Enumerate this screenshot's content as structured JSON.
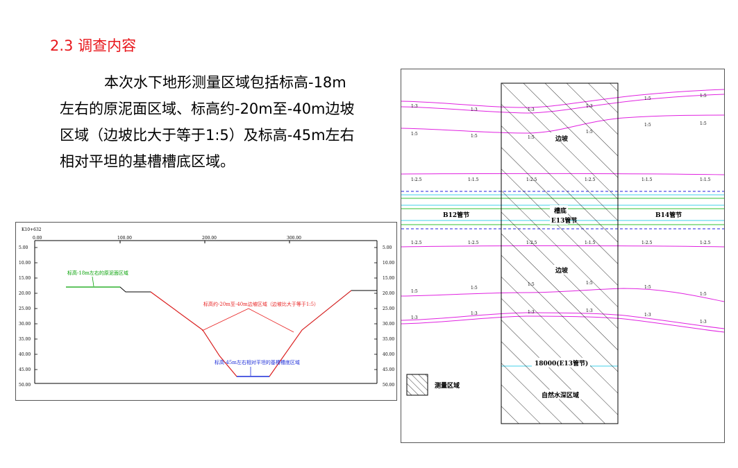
{
  "heading": "2.3 调查内容",
  "paragraph": "本次水下地形测量区域包括标高-18m左右的原泥面区域、标高约-20m至-40m边坡区域（边坡比大于等于1:5）及标高-45m左右相对平坦的基槽槽底区域。",
  "section": {
    "station": "K10+632",
    "x_ticks": [
      "0.00",
      "100.00",
      "200.00",
      "300.00"
    ],
    "y_ticks": [
      "5.00",
      "10.00",
      "15.00",
      "20.00",
      "25.00",
      "30.00",
      "35.00",
      "40.00",
      "45.00",
      "50.00"
    ],
    "label_seabed": "标高-18m左右的原泥面区域",
    "label_slope": "标高约-20m至-40m边坡区域（边坡比大于等于1:5）",
    "label_bottom": "标高-45m左右相对平坦的基槽槽底区域",
    "colors": {
      "seabed": "#00a000",
      "slope": "#e82020",
      "bottom": "#1a2bd8",
      "profile": "#000000"
    }
  },
  "plan": {
    "label_b12": "B12管节",
    "label_b14": "B14管节",
    "label_center_top": "槽底",
    "label_e13": "E13管节",
    "label_slope_upper": "边坡",
    "label_slope_lower": "边坡",
    "label_length": "18000(E13管节)",
    "label_natural": "自然水深区域",
    "legend_label": "测量区域",
    "ratio_1_3": "1:3",
    "ratio_1_5": "1:5",
    "ratio_1_2_5": "1:2.5",
    "ratio_1_1_5": "1:1.5",
    "colors": {
      "magenta": "#e020e0",
      "cyan": "#40d0e8",
      "blue_dash": "#2020e0",
      "green": "#30c030"
    }
  }
}
